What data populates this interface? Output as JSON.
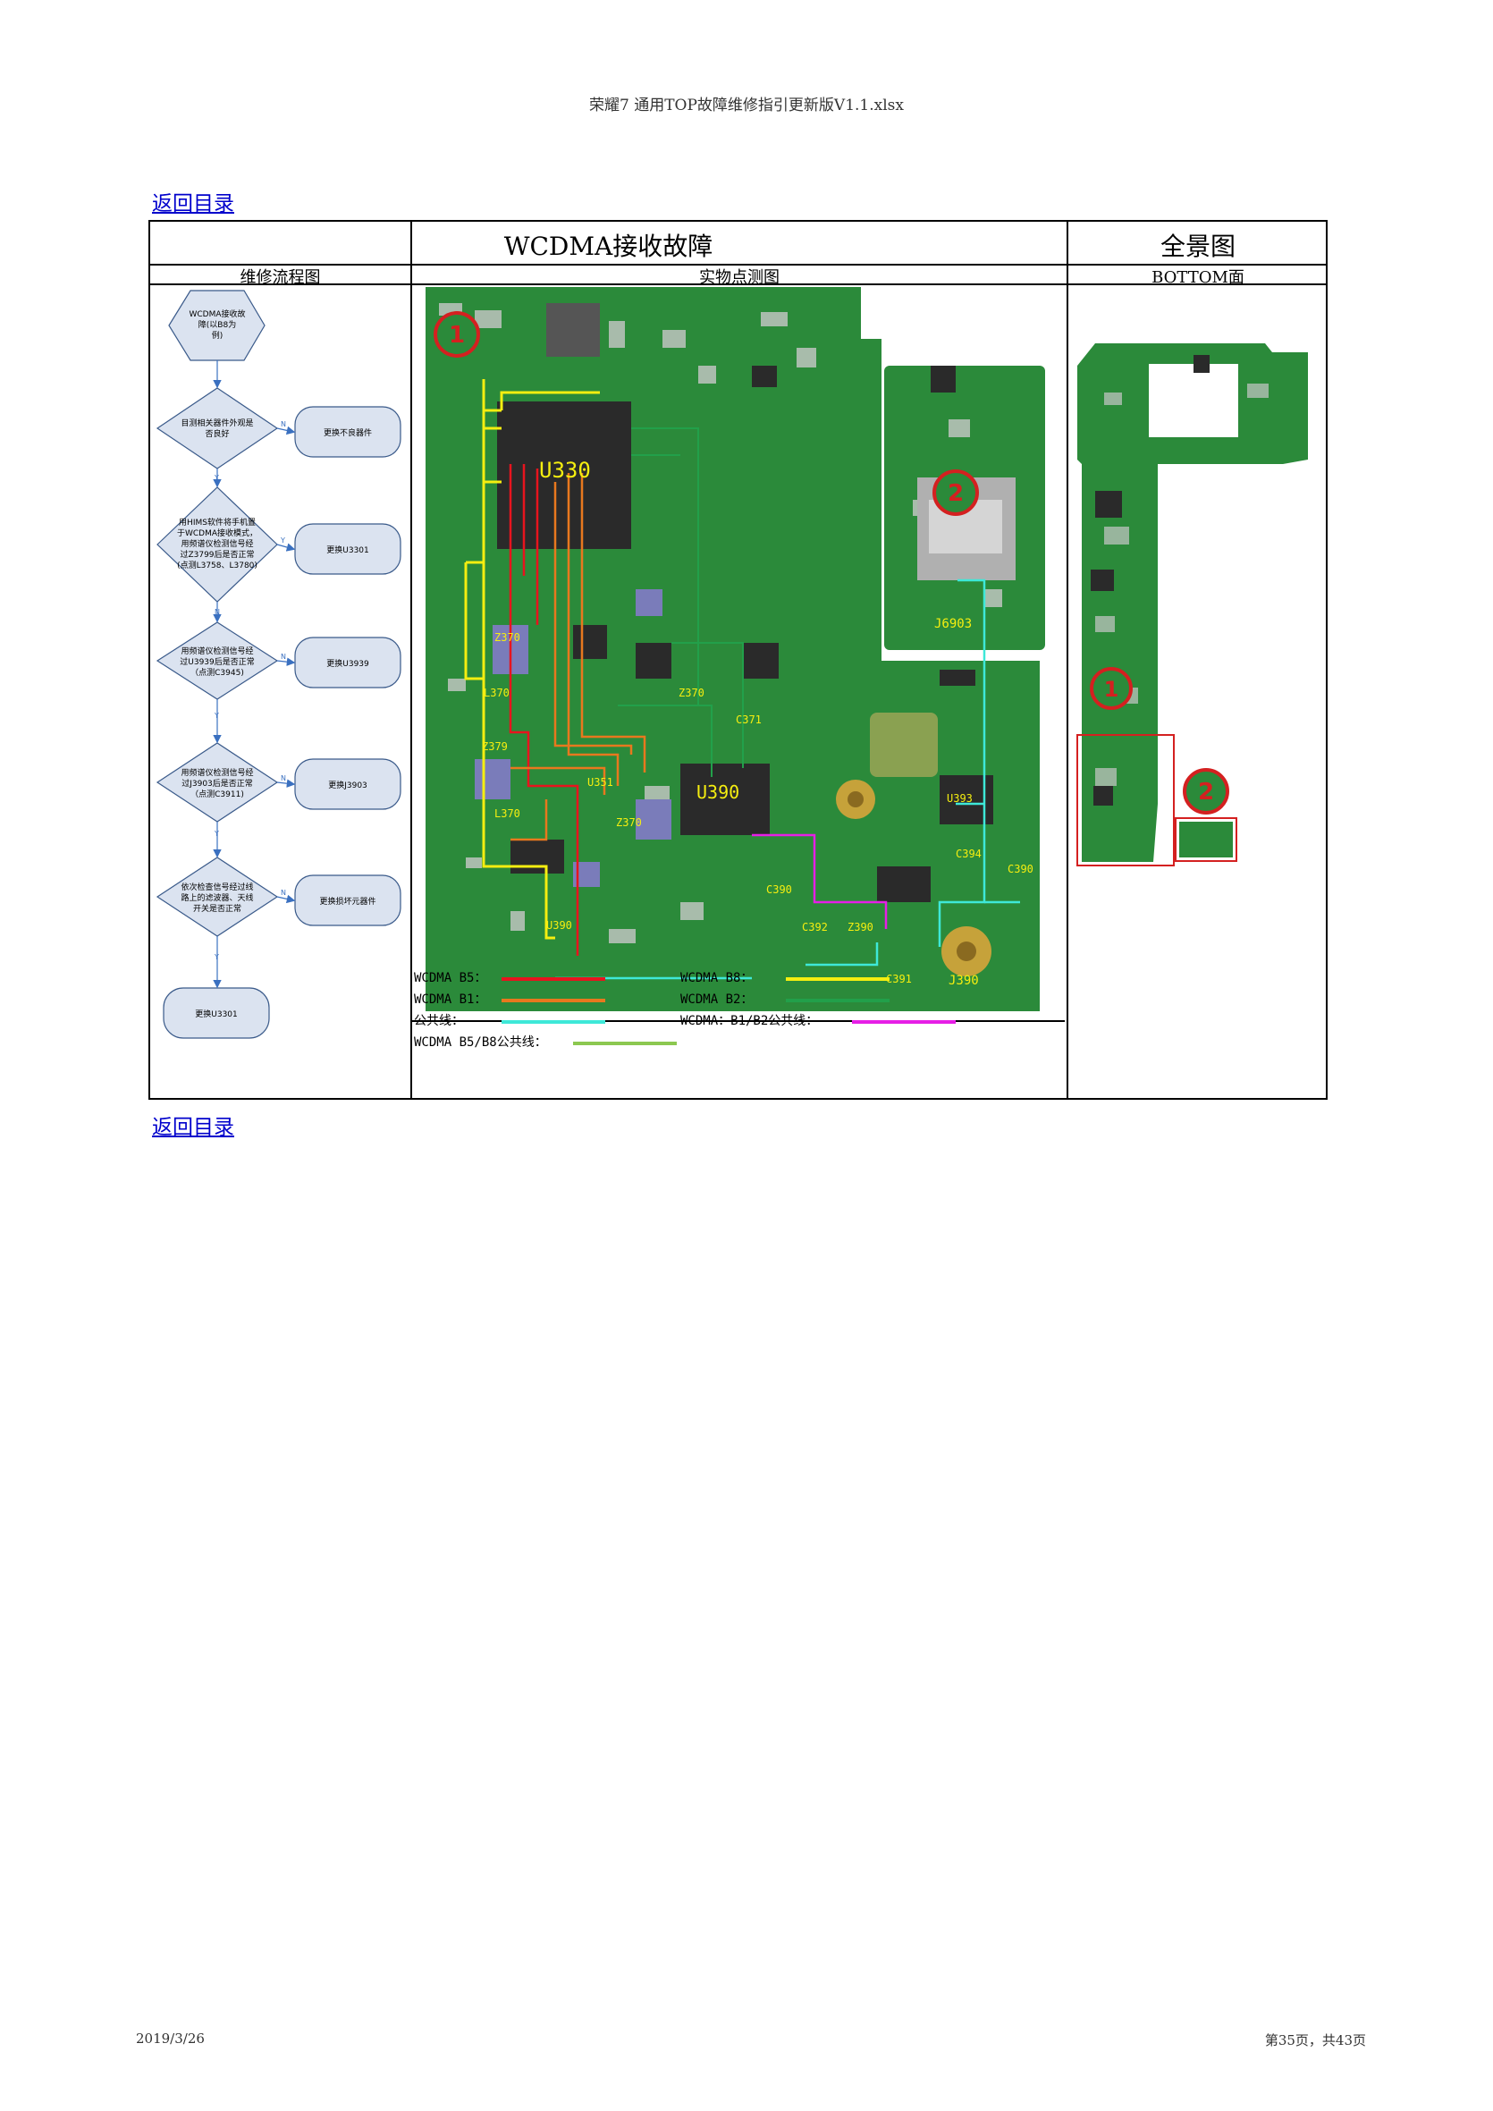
{
  "header": {
    "file_title": "荣耀7 通用TOP故障维修指引更新版V1.1.xlsx"
  },
  "links": {
    "back_top": "返回目录",
    "back_bottom": "返回目录"
  },
  "table": {
    "title_main": "WCDMA接收故障",
    "title_overview": "全景图",
    "col_flow": "维修流程图",
    "col_probe": "实物点测图",
    "col_bottom": "BOTTOM面"
  },
  "flow": {
    "start": [
      "WCDMA接收故",
      "障(以B8为",
      "例)"
    ],
    "d1": [
      "目测相关器件外观是",
      "否良好"
    ],
    "a1": "更换不良器件",
    "d2": [
      "用HIMS软件将手机置",
      "于WCDMA接收模式，",
      "用频谱仪检测信号经",
      "过Z3799后是否正常",
      "(点测L3758、L3780)"
    ],
    "a2": "更换U3301",
    "d3": [
      "用频谱仪检测信号经",
      "过U3939后是否正常",
      "（点测C3945)"
    ],
    "a3": "更换U3939",
    "d4": [
      "用频谱仪检测信号经",
      "过J3903后是否正常",
      "（点测C3911)"
    ],
    "a4": "更换J3903",
    "d5": [
      "依次检查信号经过线",
      "路上的滤波器、天线",
      "开关是否正常"
    ],
    "a5": "更换损坏元器件",
    "end": "更换U3301",
    "yes": "Y",
    "no": "N"
  },
  "board": {
    "marker1": "1",
    "marker2": "2",
    "labels": [
      "U330",
      "U390",
      "Z370",
      "L370",
      "Z379",
      "L370",
      "U351",
      "Z370",
      "Z370",
      "C371",
      "U393",
      "C394",
      "C390",
      "C390",
      "C392",
      "Z390",
      "C391",
      "J390",
      "J6903",
      "U390"
    ]
  },
  "legend": {
    "b5": "WCDMA B5：",
    "b8": "WCDMA B8：",
    "b1": "WCDMA B1：",
    "b2": "WCDMA B2：",
    "common": "公共线：",
    "b1b2": "WCDMA：B1/B2公共线：",
    "b5b8": "WCDMA B5/B8公共线："
  },
  "colors": {
    "b5": "#e8141e",
    "b8": "#f5ee10",
    "b1": "#e8781e",
    "b2": "#22a04a",
    "common": "#3ee8d8",
    "b1b2": "#e61ee6",
    "b5b8": "#8cc850",
    "pcb": "#2b8a3a",
    "marker_red": "#d42020"
  },
  "footer": {
    "date": "2019/3/26",
    "page": "第35页，共43页"
  }
}
